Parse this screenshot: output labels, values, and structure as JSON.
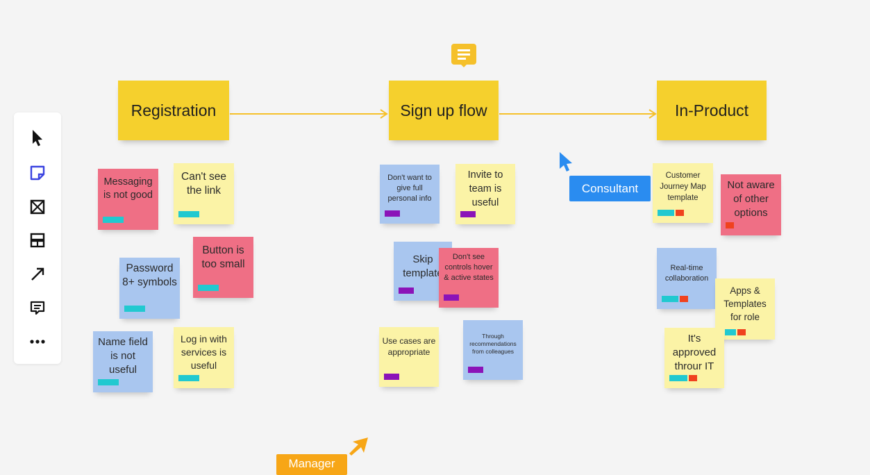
{
  "toolbar": {
    "tools": [
      {
        "name": "select",
        "icon": "cursor-arrow-icon"
      },
      {
        "name": "sticky-note",
        "icon": "sticky-note-icon"
      },
      {
        "name": "frame",
        "icon": "frame-icon"
      },
      {
        "name": "templates",
        "icon": "templates-icon"
      },
      {
        "name": "connection-line",
        "icon": "arrow-line-icon"
      },
      {
        "name": "comment",
        "icon": "comment-icon"
      },
      {
        "name": "more",
        "icon": "more-icon"
      }
    ],
    "active_color": "#3a43e0"
  },
  "colors": {
    "header_note": "#f5d02d",
    "connector": "#f5c02a",
    "sticky_red": "#ef6f85",
    "sticky_yellow": "#fbf3a6",
    "sticky_blue": "#a9c6ef",
    "tag_cyan": "#21c9d0",
    "tag_purple": "#8b13b8",
    "tag_orange": "#f0421e",
    "consultant_cursor": "#2a8cf0",
    "manager_cursor": "#f7a616"
  },
  "headers": {
    "registration": "Registration",
    "signup": "Sign up flow",
    "inproduct": "In-Product"
  },
  "comment_icon": "comment-bubble-icon",
  "stickies": {
    "messaging": "Messaging is not good",
    "cant_see_link": "Can't see the link",
    "button_small": "Button is too small",
    "password": "Password 8+ symbols",
    "name_field": "Name field is not useful",
    "login_services": "Log in with services is useful",
    "dont_want": "Don't want to give full personal info",
    "invite_team": "Invite to team is useful",
    "skip_template": "Skip template",
    "dont_see_controls": "Don't see controls hover & active states",
    "use_cases": "Use cases are appropriate",
    "through_recs": "Through recommendations from colleagues",
    "cjm_template": "Customer Journey Map template",
    "not_aware": "Not aware of other options",
    "realtime": "Real-time collaboration",
    "apps_templates": "Apps & Templates for role",
    "approved_it": "It's approved throur IT"
  },
  "cursors": {
    "consultant": "Consultant",
    "manager": "Manager"
  }
}
